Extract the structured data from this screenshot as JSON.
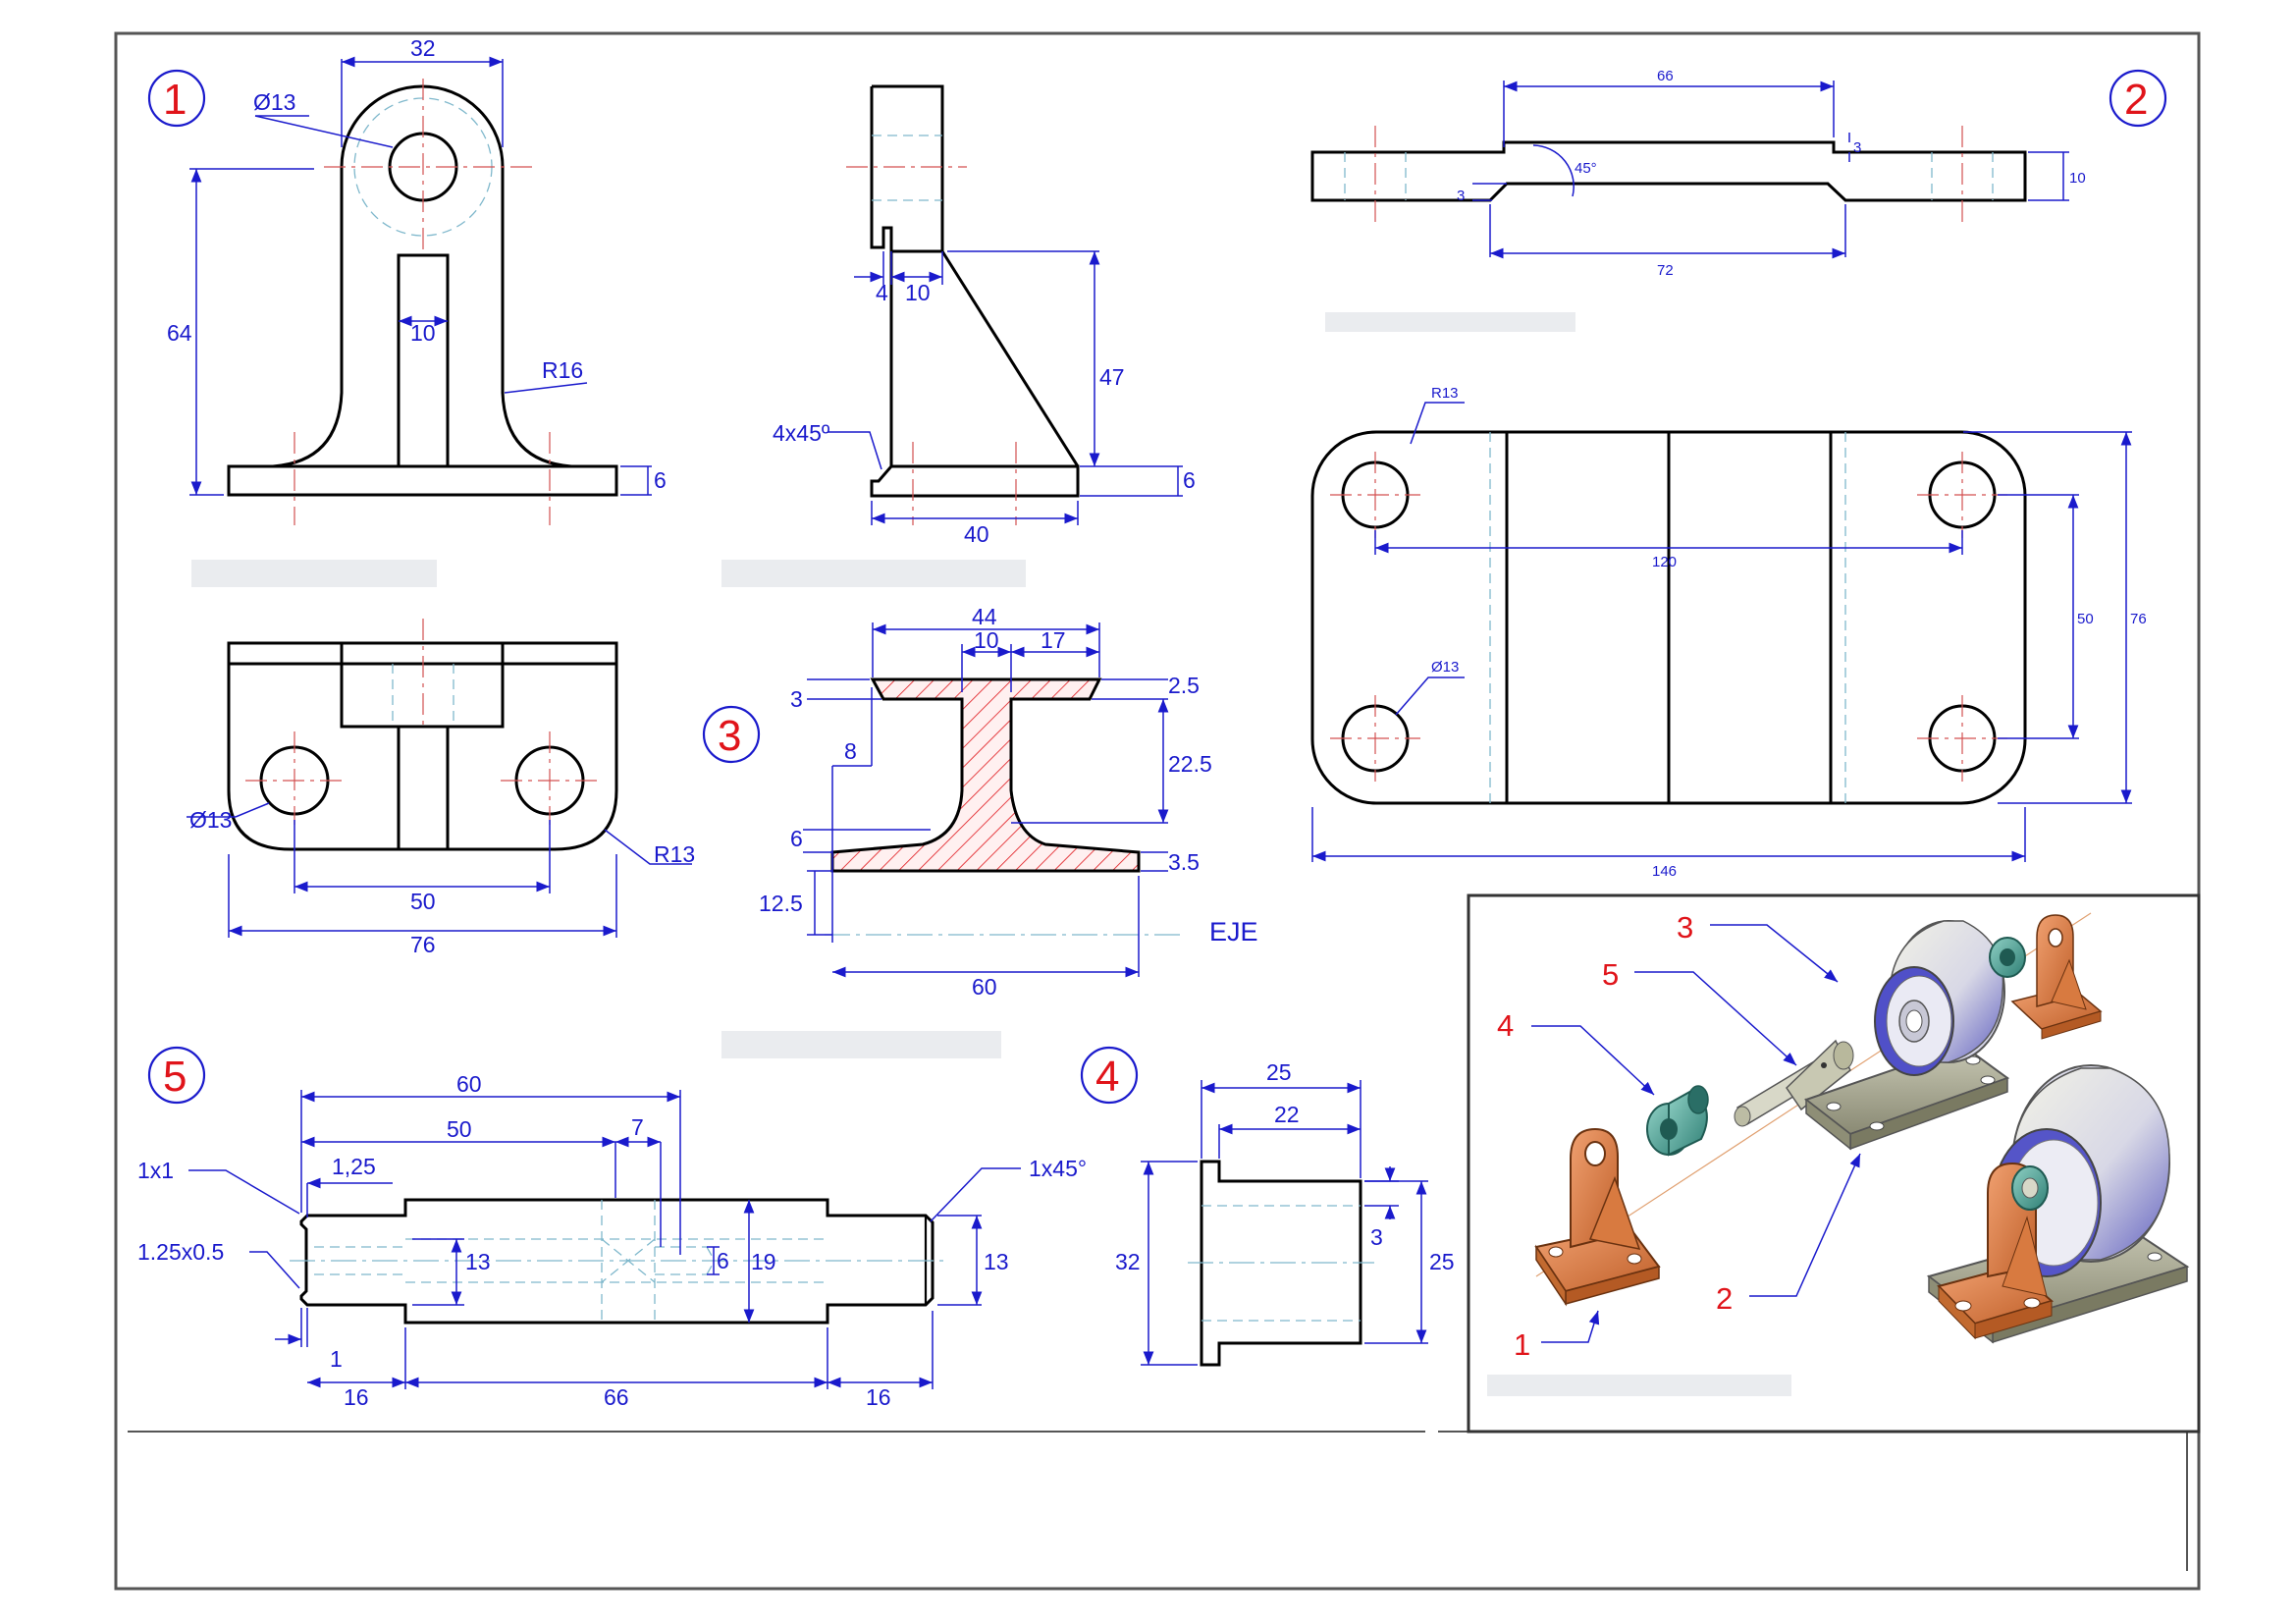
{
  "colors": {
    "dimension": "#1a1acc",
    "part_number": "#e0141a",
    "hatch": "#e0141a",
    "orange_part": "#e07a3a",
    "green_part": "#3f9a8e"
  },
  "part1": {
    "number": "1",
    "front": {
      "top_width": "32",
      "hole": "Ø13",
      "height": "64",
      "slot": "10",
      "fillet": "R16",
      "base": "6"
    },
    "side": {
      "lip": "4",
      "web": "10",
      "chamfer": "4x45º",
      "height": "47",
      "base": "6",
      "length": "40"
    },
    "top": {
      "hole": "Ø13",
      "fillet": "R13",
      "spacing": "50",
      "width": "76"
    }
  },
  "part2": {
    "number": "2",
    "front": {
      "top": "66",
      "step": "3",
      "angle": "45°",
      "step_left": "3",
      "bottom": "72",
      "thick": "10"
    },
    "top": {
      "corner": "R13",
      "spacing": "120",
      "hole": "Ø13",
      "inner": "50",
      "outer": "76",
      "length": "146"
    }
  },
  "part3": {
    "number": "3",
    "dims": {
      "d44": "44",
      "d10": "10",
      "d17": "17",
      "d3": "3",
      "d2_5": "2.5",
      "d8": "8",
      "d22_5": "22.5",
      "d6": "6",
      "d3_5": "3.5",
      "d12_5": "12.5",
      "d60": "60"
    },
    "axis_label": "EJE"
  },
  "part4": {
    "number": "4",
    "dims": {
      "d25": "25",
      "d22": "22",
      "d3": "3",
      "d32": "32",
      "d25r": "25"
    }
  },
  "part5": {
    "number": "5",
    "dims": {
      "d60": "60",
      "d50": "50",
      "d7": "7",
      "d1_25": "1,25",
      "c1x1": "1x1",
      "c125": "1.25x0.5",
      "d13": "13",
      "d6": "6",
      "d19": "19",
      "d13r": "13",
      "c45": "1x45°",
      "d1": "1",
      "d16a": "16",
      "d66": "66",
      "d16b": "16"
    }
  },
  "assembly": {
    "callouts": [
      "1",
      "2",
      "3",
      "4",
      "5"
    ]
  }
}
